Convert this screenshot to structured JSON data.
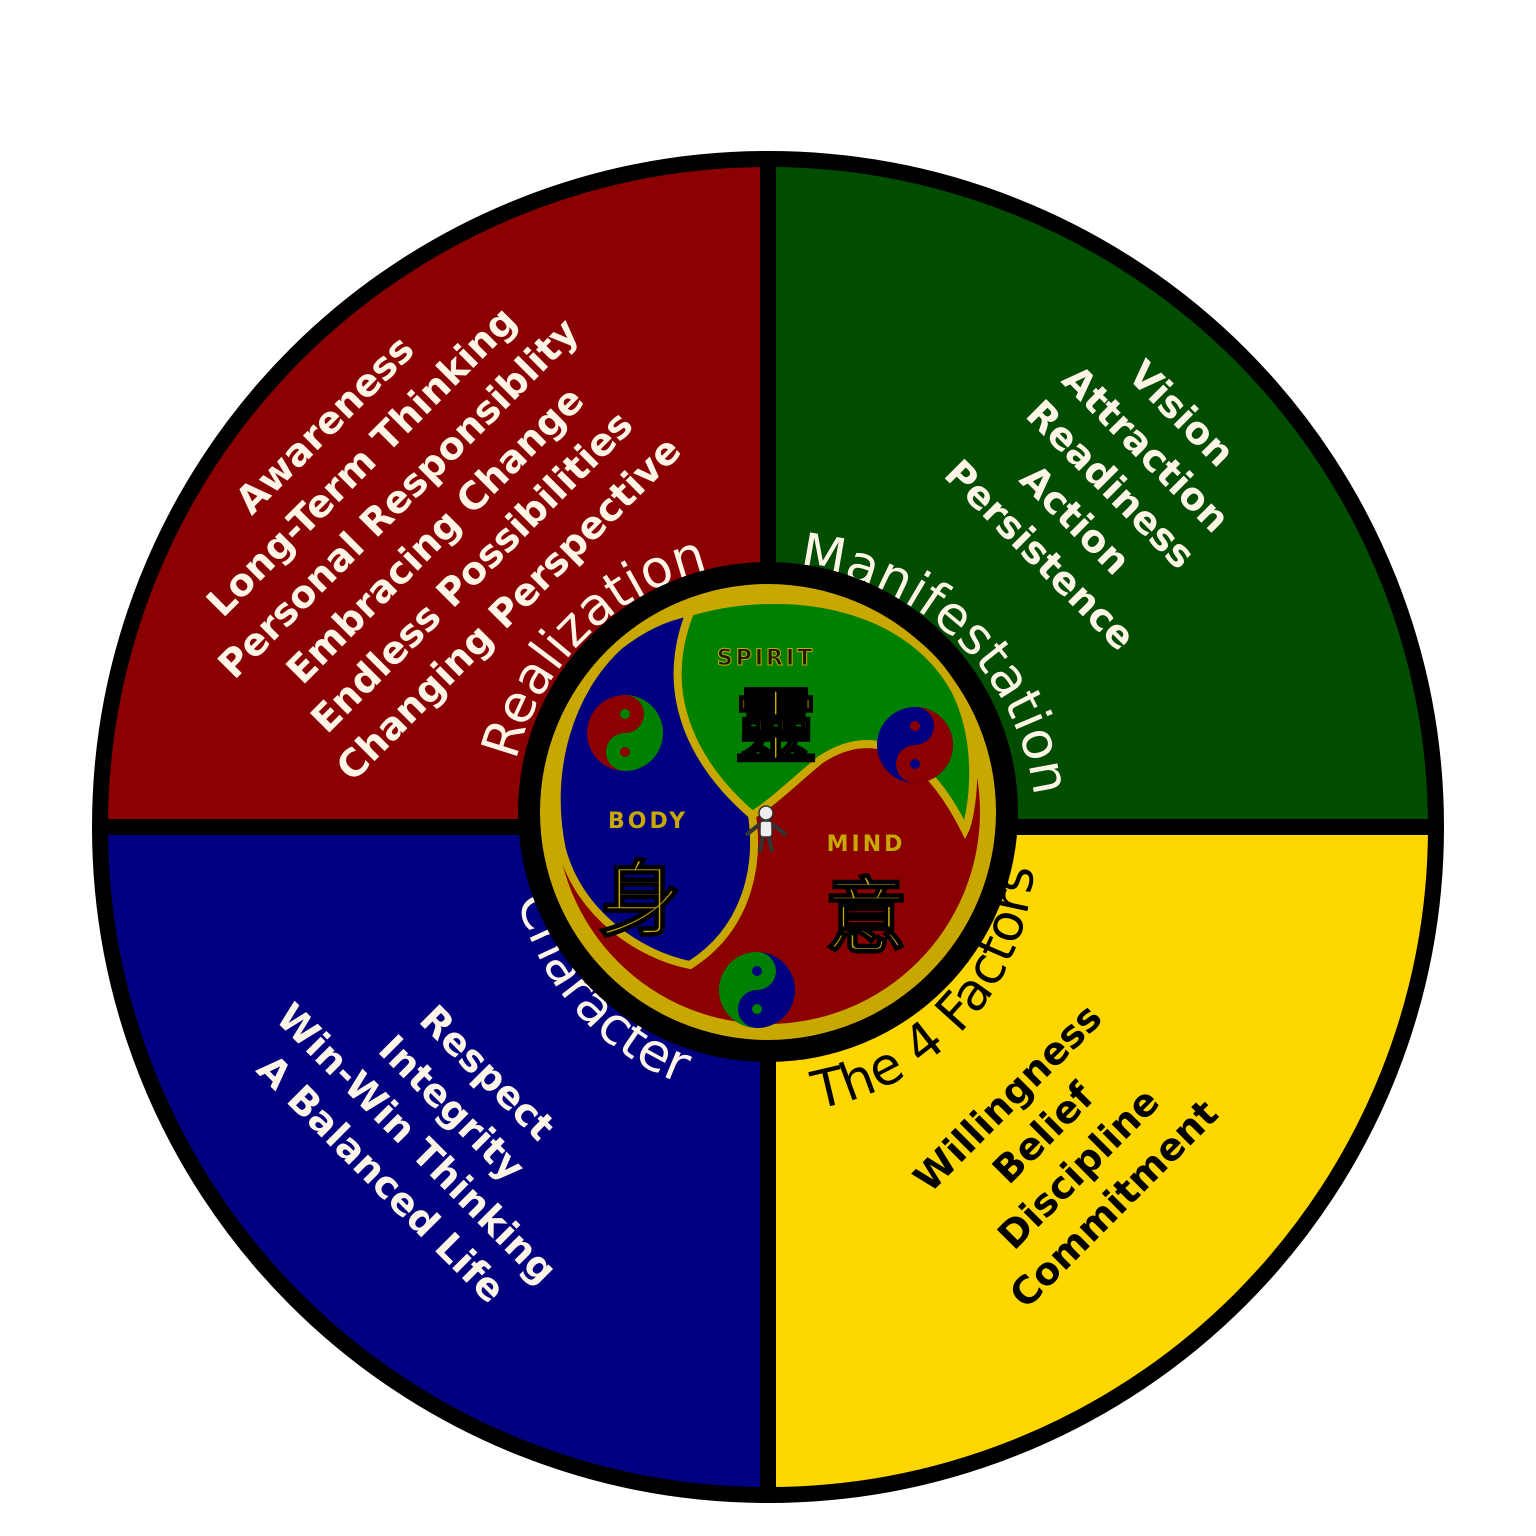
{
  "colors": {
    "realization": "#8b0000",
    "manifestation": "#004d00",
    "character": "#000080",
    "factors": "#ffd700",
    "outline": "#000000",
    "gold": "#c8a800",
    "light_text": "#fff5e6",
    "dark_text": "#000000"
  },
  "quadrants": {
    "realization": {
      "title": "Realization",
      "items": [
        "Awareness",
        "Long-Term Thinking",
        "Personal Responsiblity",
        "Embracing Change",
        "Endless Possibilities",
        "Changing Perspective"
      ]
    },
    "manifestation": {
      "title": "Manifestation",
      "items": [
        "Vision",
        "Attraction",
        "Readiness",
        "Action",
        "Persistence"
      ]
    },
    "character": {
      "title": "Character",
      "items": [
        "Respect",
        "Integrity",
        "Win-Win Thinking",
        "A Balanced Life"
      ]
    },
    "factors": {
      "title": "The 4 Factors",
      "items": [
        "Willingness",
        "Belief",
        "Discipline",
        "Commitment"
      ]
    }
  },
  "center": {
    "spirit": {
      "label": "SPIRIT",
      "glyph": "靈"
    },
    "body": {
      "label": "BODY",
      "glyph": "身"
    },
    "mind": {
      "label": "MIND",
      "glyph": "意"
    },
    "icons": [
      "yin-yang-icon",
      "human-figure-icon"
    ]
  }
}
